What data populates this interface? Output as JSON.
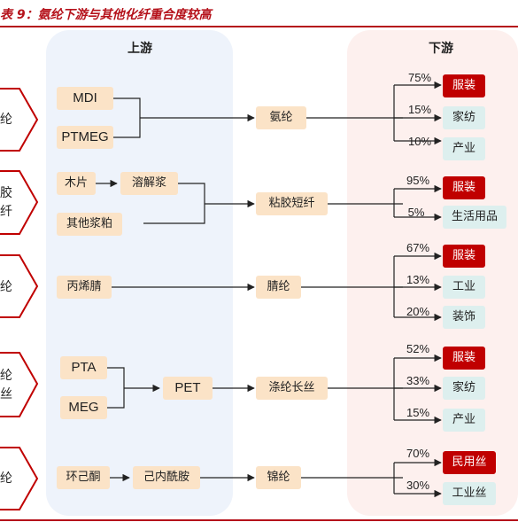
{
  "title": "表 9：氨纶下游与其他化纤重合度较高",
  "upstream_header": "上游",
  "downstream_header": "下游",
  "rows": [
    {
      "fiber_label": [
        "纶"
      ],
      "raw_materials": [
        "MDI",
        "PTMEG"
      ],
      "product": "氨纶",
      "outputs": [
        {
          "share": "75%",
          "label": "服装"
        },
        {
          "share": "15%",
          "label": "家纺"
        },
        {
          "share": "10%",
          "label": "产业"
        }
      ]
    },
    {
      "fiber_label": [
        "胶",
        "纤"
      ],
      "raw_materials": [
        "木片",
        "溶解浆",
        "其他浆粕"
      ],
      "product": "粘胶短纤",
      "outputs": [
        {
          "share": "95%",
          "label": "服装"
        },
        {
          "share": "5%",
          "label": "生活用品"
        }
      ]
    },
    {
      "fiber_label": [
        "纶"
      ],
      "raw_materials": [
        "丙烯腈"
      ],
      "product": "腈纶",
      "outputs": [
        {
          "share": "67%",
          "label": "服装"
        },
        {
          "share": "13%",
          "label": "工业"
        },
        {
          "share": "20%",
          "label": "装饰"
        }
      ]
    },
    {
      "fiber_label": [
        "纶",
        "丝"
      ],
      "raw_materials": [
        "PTA",
        "MEG",
        "PET"
      ],
      "product": "涤纶长丝",
      "outputs": [
        {
          "share": "52%",
          "label": "服装"
        },
        {
          "share": "33%",
          "label": "家纺"
        },
        {
          "share": "15%",
          "label": "产业"
        }
      ]
    },
    {
      "fiber_label": [
        "纶"
      ],
      "raw_materials": [
        "环己酮",
        "己内酰胺"
      ],
      "product": "锦纶",
      "outputs": [
        {
          "share": "70%",
          "label": "民用丝"
        },
        {
          "share": "30%",
          "label": "工业丝"
        }
      ]
    }
  ],
  "colors": {
    "accent_red": "#c00000",
    "title_red": "#b5121b",
    "upstream_box": "#fbe3c7",
    "downstream_box": "#ddefee",
    "upstream_panel": "#eef3fb",
    "downstream_panel": "#fdf0ee"
  }
}
